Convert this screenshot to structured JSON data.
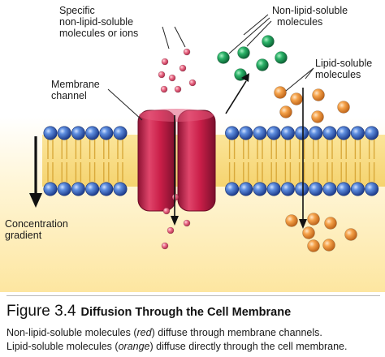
{
  "labels": {
    "specific_line1": "Specific",
    "specific_line2": "non-lipid-soluble",
    "specific_line3": "molecules or ions",
    "nonlipid_line1": "Non-lipid-soluble",
    "nonlipid_line2": "molecules",
    "lipid_line1": "Lipid-soluble",
    "lipid_line2": "molecules",
    "channel_line1": "Membrane",
    "channel_line2": "channel",
    "gradient_line1": "Concentration",
    "gradient_line2": "gradient"
  },
  "caption": {
    "number": "Figure 3.4",
    "title": "Diffusion Through the Cell Membrane",
    "line1_a": "Non-lipid-soluble molecules (",
    "line1_em": "red",
    "line1_b": ") diffuse through membrane channels.",
    "line2_a": "Lipid-soluble molecules (",
    "line2_em": "orange",
    "line2_b": ") diffuse directly through the cell membrane."
  },
  "colors": {
    "ion_red": "#e8506e",
    "nonlipid_green": "#1f9d55",
    "lipid_orange": "#ee9a3e",
    "head_blue": "#3f6fc8",
    "tail_yellow": "#f3d46a",
    "channel_crimson": "#cc1f4a",
    "extracellular_bg": "#ffffff",
    "intracellular_bg": "#fde9a6"
  }
}
